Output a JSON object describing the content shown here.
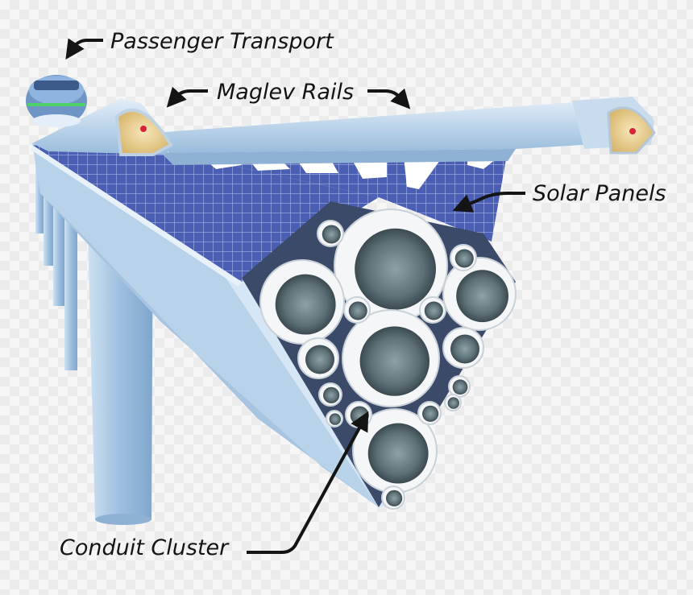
{
  "labels": {
    "passenger_transport": "Passenger Transport",
    "maglev_rails": "Maglev Rails",
    "solar_panels": "Solar Panels",
    "conduit_cluster": "Conduit Cluster"
  },
  "colors": {
    "structure": "#aac8e4",
    "structure_shadow": "#7fa6cc",
    "solar_panel": "#4a5fb4",
    "conduit": "#f4f6f8",
    "conduit_inner": "#53656b",
    "label_text": "#141414",
    "pod_stripe": "#4fd16a"
  }
}
